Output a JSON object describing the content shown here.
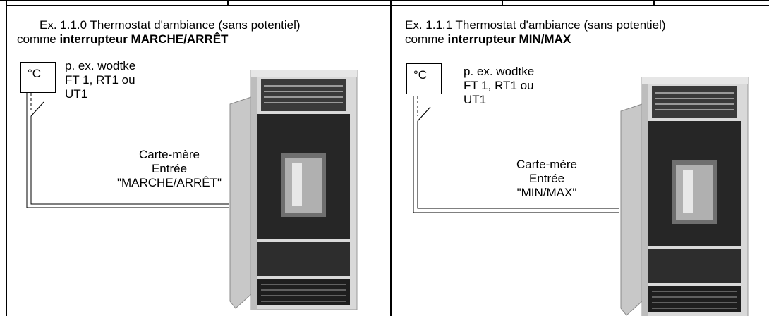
{
  "left": {
    "title_prefix": "Ex. 1.1.0 Thermostat d'ambiance (sans potentiel)",
    "title_line2_prefix": "comme ",
    "title_emphasis": "interrupteur MARCHE/ARRÊT",
    "thermostat_unit": "°C",
    "thermostat_models": [
      "p. ex. wodtke",
      "FT 1, RT1 ou",
      "UT1"
    ],
    "board_label": [
      "Carte-mère",
      "Entrée",
      "\"MARCHE/ARRÊT\""
    ]
  },
  "right": {
    "title_prefix": "Ex. 1.1.1 Thermostat d'ambiance (sans potentiel)",
    "title_line2_prefix": "comme ",
    "title_emphasis": "interrupteur MIN/MAX",
    "thermostat_unit": "°C",
    "thermostat_models": [
      "p. ex. wodtke",
      "FT 1, RT1 ou",
      "UT1"
    ],
    "board_label": [
      "Carte-mère",
      "Entrée",
      "\"MIN/MAX\""
    ]
  },
  "icons": {
    "left_stove": "pellet-stove-image",
    "right_stove": "pellet-stove-image"
  }
}
